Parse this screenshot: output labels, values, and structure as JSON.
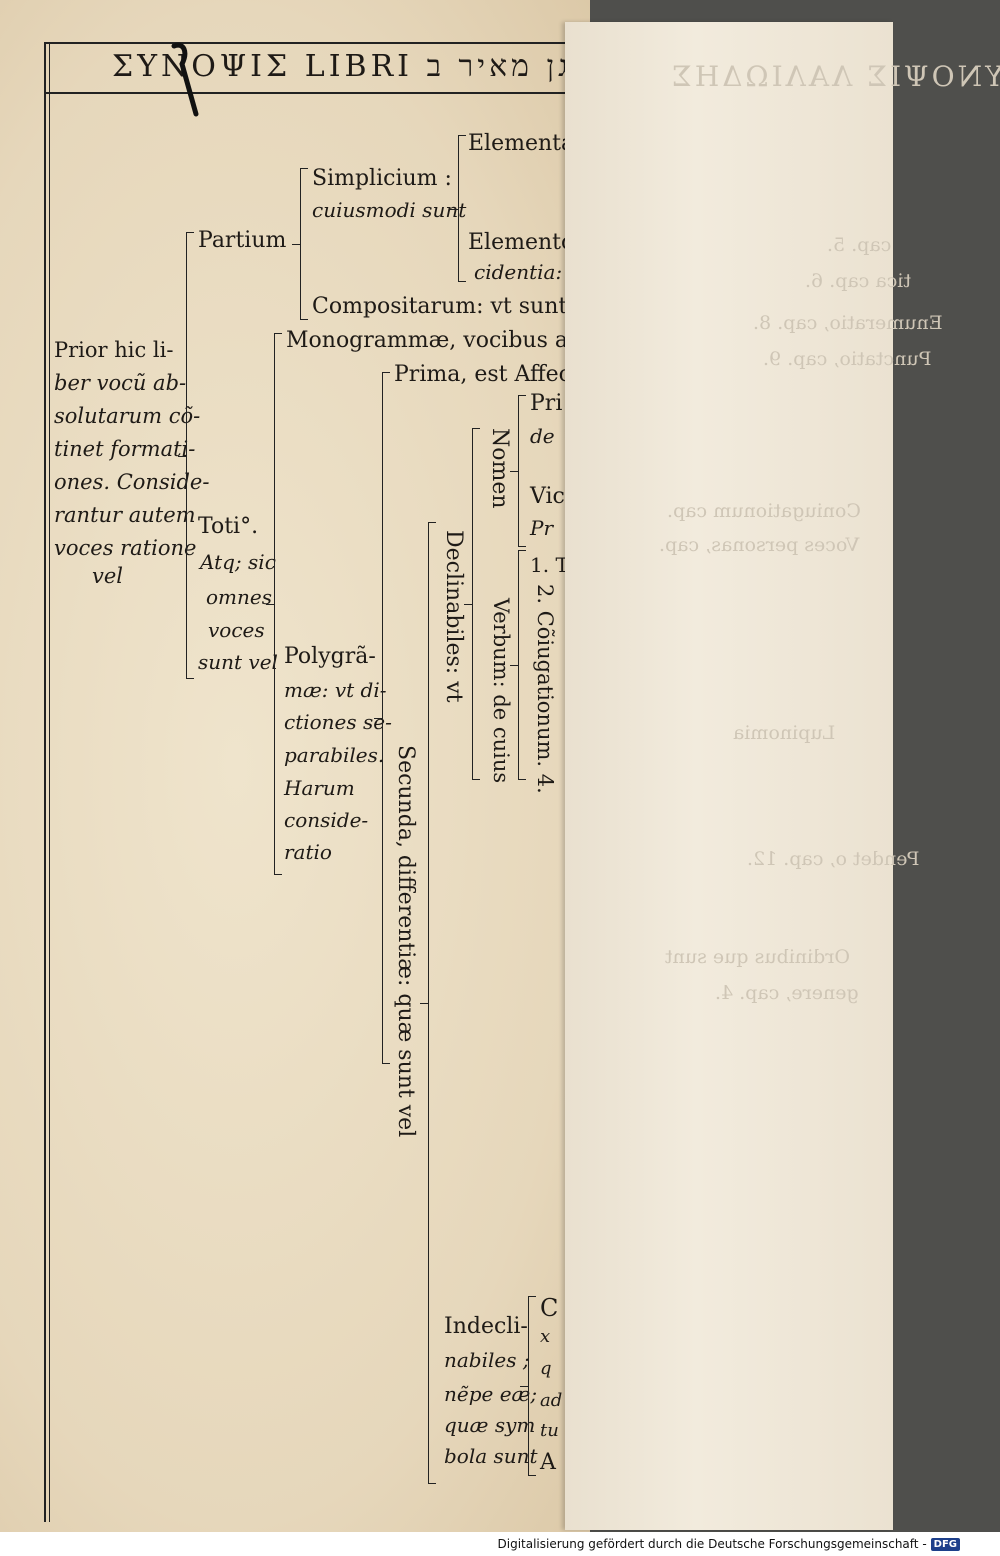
{
  "header": {
    "title": "ΣΥΝΟΨΙΣ LIBRI גן מאיר ב"
  },
  "root": [
    "Prior hic li-",
    "ber vocũ ab-",
    "solutarum cõ-",
    "tinet formati-",
    "ones. Conside-",
    "rantur autem",
    "voces ratione",
    "vel"
  ],
  "partium": "Partium",
  "simplicium": "Simplicium :",
  "simplicium_sub": "cuiusmodi sunt",
  "elementa": "Elementa",
  "elemento": "Elemento",
  "cidentia": "cidentia: p",
  "compositarum": "Compositarum: vt sunt p",
  "toti": [
    "Toti°.",
    "Atq; sic",
    "omnes",
    "voces",
    "sunt vel"
  ],
  "monogrammae": "Monogrammæ, vocibus ali",
  "polygrammae": [
    "Polygrã-",
    "mæ: vt di-",
    "ctiones se-",
    "parabiles.",
    "Harum",
    "conside-",
    "ratio"
  ],
  "prima": "Prima, est Affecti",
  "nomen": "Nomen",
  "pri": "Pri",
  "de": "de",
  "vic": "Vic",
  "pr": "Pr",
  "item1": "1. T",
  "item2": "2. Cõiugationum. 4.",
  "verbum": "Verbum: de cuius",
  "declinabiles": "Declinabiles: vt",
  "secunda": "Secunda, differentiæ: quæ sunt vel",
  "indecl": [
    "Indecli-",
    "nabiles ;",
    "nẽpe eæ;",
    "quæ sym",
    "bola sunt"
  ],
  "indecl_right": [
    "C",
    "x",
    "q",
    "ad",
    "tu",
    "A"
  ],
  "overlay_ghost": {
    "title": "ΣΥΝΟΨΙΣ ΛΑΛΙΩΔΗΣ",
    "lines": [
      "cap. 5.",
      "tica cap. 6.",
      "Enumeratio, cap. 8.",
      "Punctatio, cap. 9.",
      "Coniugationum cap.",
      "Voces personas, cap.",
      "Lupinomia",
      "Pendet o, cap. 12.",
      "Ordinibus que sunt",
      "genere, cap. 4."
    ]
  },
  "footer": {
    "credit": "Digitalisierung gefördert durch die Deutsche Forschungsgemeinschaft -",
    "logo": "DFG"
  }
}
